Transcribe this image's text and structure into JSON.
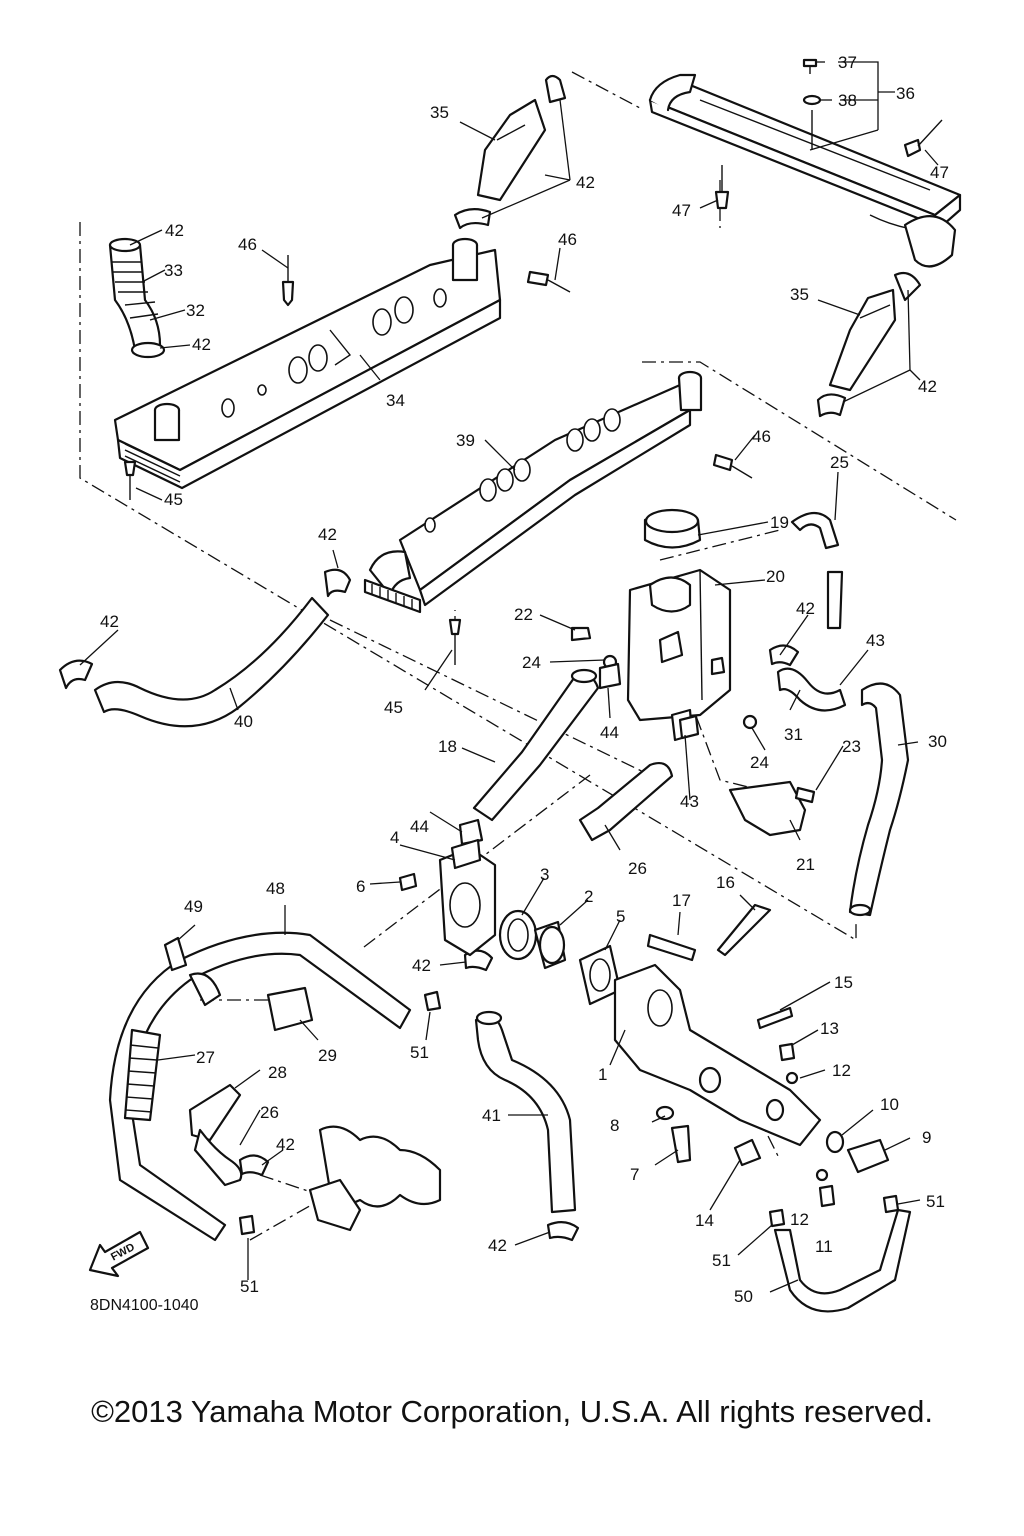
{
  "diagram_code": "8DN4100-1040",
  "fwd_label": "FWD",
  "copyright": "©2013 Yamaha Motor Corporation, U.S.A. All rights reserved.",
  "callouts": [
    "1",
    "2",
    "3",
    "4",
    "5",
    "6",
    "7",
    "8",
    "9",
    "10",
    "11",
    "12",
    "12",
    "13",
    "14",
    "15",
    "16",
    "17",
    "18",
    "19",
    "20",
    "21",
    "22",
    "23",
    "24",
    "24",
    "25",
    "26",
    "26",
    "27",
    "28",
    "29",
    "30",
    "31",
    "32",
    "33",
    "34",
    "35",
    "35",
    "36",
    "37",
    "38",
    "39",
    "40",
    "41",
    "42",
    "42",
    "42",
    "42",
    "42",
    "42",
    "42",
    "42",
    "42",
    "42",
    "43",
    "43",
    "44",
    "44",
    "45",
    "45",
    "46",
    "46",
    "46",
    "47",
    "47",
    "48",
    "49",
    "50",
    "51",
    "51",
    "51",
    "51"
  ]
}
